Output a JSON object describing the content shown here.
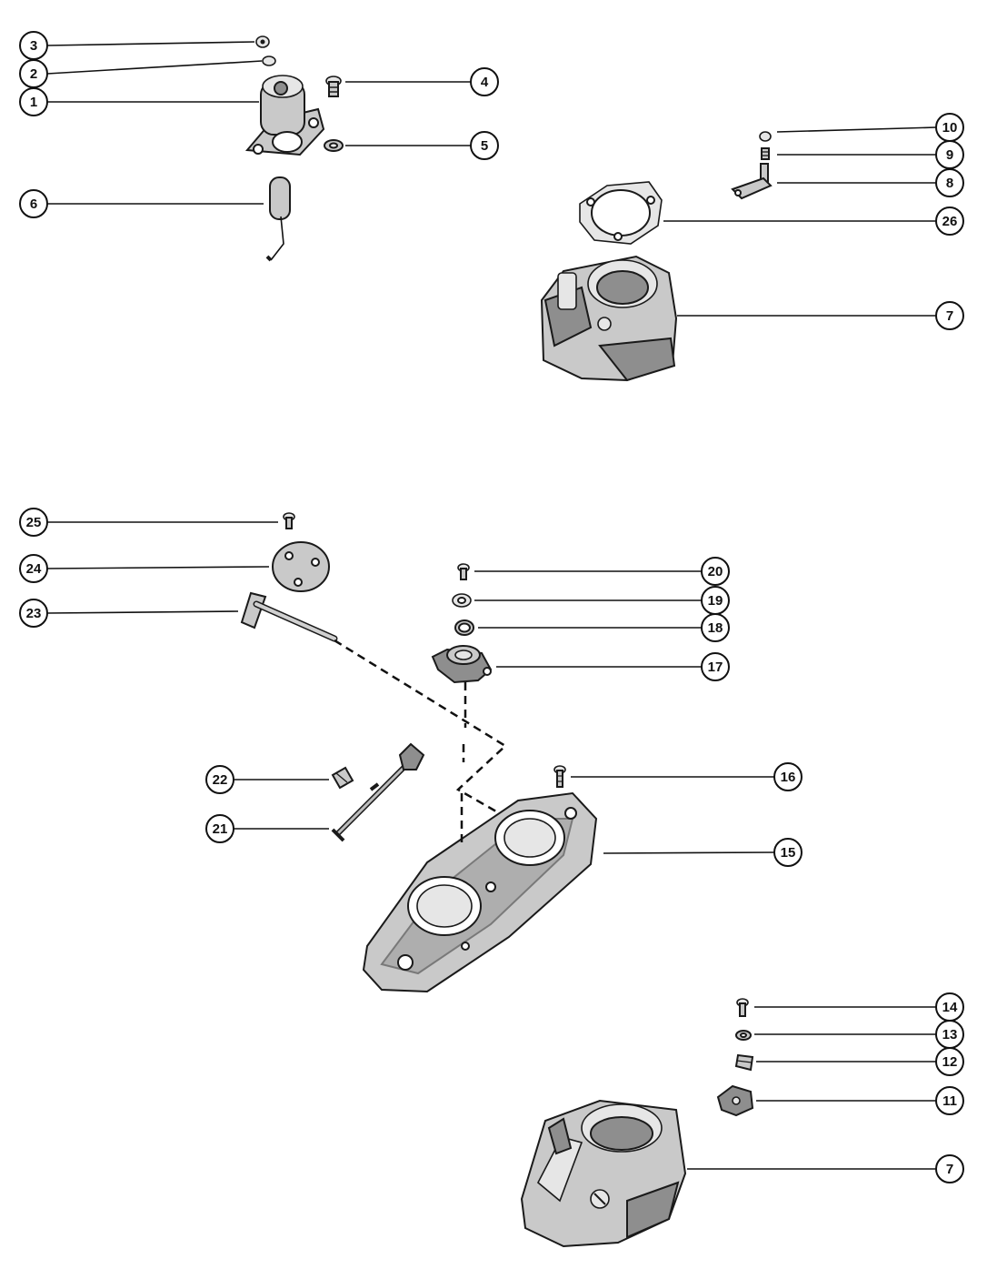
{
  "diagram": {
    "callouts": [
      {
        "id": "c-3",
        "label": "3"
      },
      {
        "id": "c-2",
        "label": "2"
      },
      {
        "id": "c-1",
        "label": "1"
      },
      {
        "id": "c-4",
        "label": "4"
      },
      {
        "id": "c-5",
        "label": "5"
      },
      {
        "id": "c-6",
        "label": "6"
      },
      {
        "id": "c-10",
        "label": "10"
      },
      {
        "id": "c-9",
        "label": "9"
      },
      {
        "id": "c-8",
        "label": "8"
      },
      {
        "id": "c-26",
        "label": "26"
      },
      {
        "id": "c-7a",
        "label": "7"
      },
      {
        "id": "c-25",
        "label": "25"
      },
      {
        "id": "c-24",
        "label": "24"
      },
      {
        "id": "c-23",
        "label": "23"
      },
      {
        "id": "c-20",
        "label": "20"
      },
      {
        "id": "c-19",
        "label": "19"
      },
      {
        "id": "c-18",
        "label": "18"
      },
      {
        "id": "c-17",
        "label": "17"
      },
      {
        "id": "c-16",
        "label": "16"
      },
      {
        "id": "c-22",
        "label": "22"
      },
      {
        "id": "c-21",
        "label": "21"
      },
      {
        "id": "c-15",
        "label": "15"
      },
      {
        "id": "c-14",
        "label": "14"
      },
      {
        "id": "c-13",
        "label": "13"
      },
      {
        "id": "c-12",
        "label": "12"
      },
      {
        "id": "c-11",
        "label": "11"
      },
      {
        "id": "c-7b",
        "label": "7"
      }
    ]
  }
}
